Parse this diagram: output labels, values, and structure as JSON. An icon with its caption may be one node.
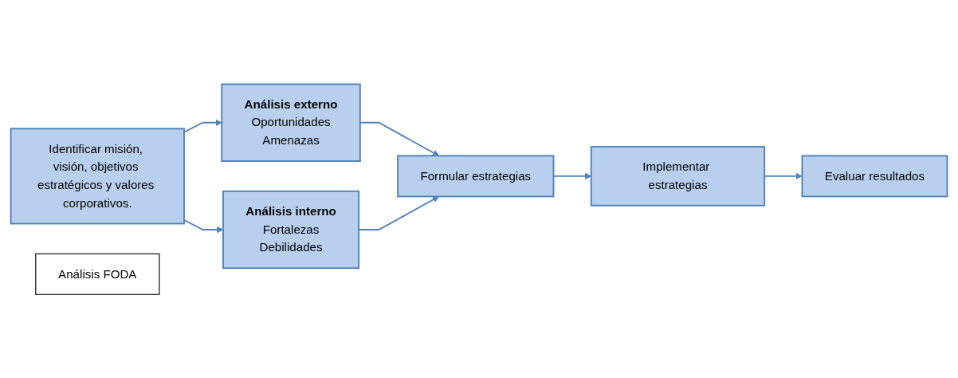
{
  "diagram": {
    "nodes": [
      {
        "text": [
          "Identificar misión, visión, objetivos estratégicos y valores corporativos."
        ]
      },
      {
        "text": [
          "Análisis externo",
          "Oportunidades",
          "Amenazas"
        ]
      },
      {
        "text": [
          "Análisis FODA"
        ]
      },
      {
        "text": [
          "Análisis interno",
          "Fortalezas",
          "Debilidades"
        ]
      },
      {
        "text": [
          "Formular estrategias"
        ]
      },
      {
        "text": [
          "Implementar estrategias"
        ]
      },
      {
        "text": [
          "Evaluar resultados"
        ]
      }
    ],
    "edges": [
      {
        "from": 0,
        "to": 1,
        "arrow": "to"
      },
      {
        "from": 0,
        "to": 3,
        "arrow": "to"
      },
      {
        "from": 1,
        "to": 4,
        "arrow": "to"
      },
      {
        "from": 3,
        "to": 4,
        "arrow": "to"
      },
      {
        "from": 4,
        "to": 5,
        "arrow": "to"
      },
      {
        "from": 5,
        "to": 6,
        "arrow": "to"
      }
    ]
  }
}
